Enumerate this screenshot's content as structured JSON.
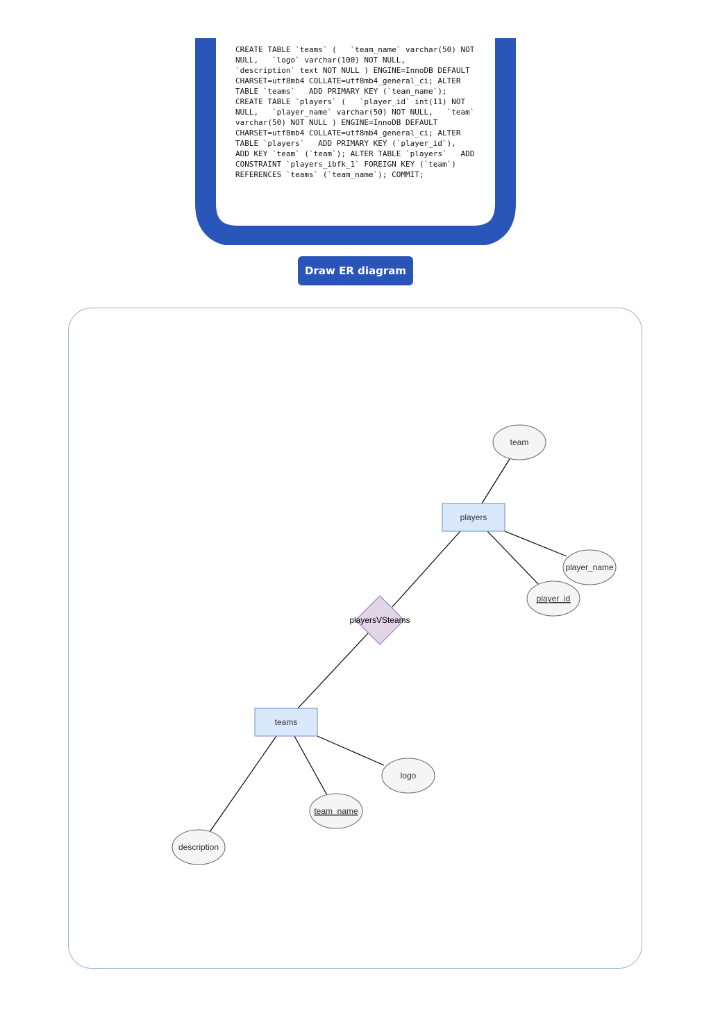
{
  "sql_input": {
    "value": "CREATE TABLE `teams` (   `team_name` varchar(50) NOT NULL,   `logo` varchar(100) NOT NULL,   `description` text NOT NULL ) ENGINE=InnoDB DEFAULT CHARSET=utf8mb4 COLLATE=utf8mb4_general_ci; ALTER TABLE `teams`   ADD PRIMARY KEY (`team_name`);   CREATE TABLE `players` (   `player_id` int(11) NOT NULL,   `player_name` varchar(50) NOT NULL,   `team` varchar(50) NOT NULL ) ENGINE=InnoDB DEFAULT CHARSET=utf8mb4 COLLATE=utf8mb4_general_ci; ALTER TABLE `players`   ADD PRIMARY KEY (`player_id`),   ADD KEY `team` (`team`); ALTER TABLE `players`   ADD CONSTRAINT `players_ibfk_1` FOREIGN KEY (`team`) REFERENCES `teams` (`team_name`); COMMIT;"
  },
  "draw_button": {
    "label": "Draw ER diagram"
  },
  "colors": {
    "frame_blue": "#2a55b8",
    "entity_fill": "#dae8fc",
    "entity_stroke": "#6c8ebf",
    "relationship_fill": "#e1d5e7",
    "relationship_stroke": "#9673a6",
    "attribute_fill": "#f5f5f5",
    "attribute_stroke": "#666666",
    "diagram_border": "#8fb2dd"
  },
  "er_diagram": {
    "entities": {
      "players": "players",
      "teams": "teams"
    },
    "relationship": "playersVSteams",
    "attributes": {
      "team": "team",
      "player_name": "player_name",
      "player_id": "player_id",
      "logo": "logo",
      "team_name": "team_name",
      "description": "description"
    }
  }
}
